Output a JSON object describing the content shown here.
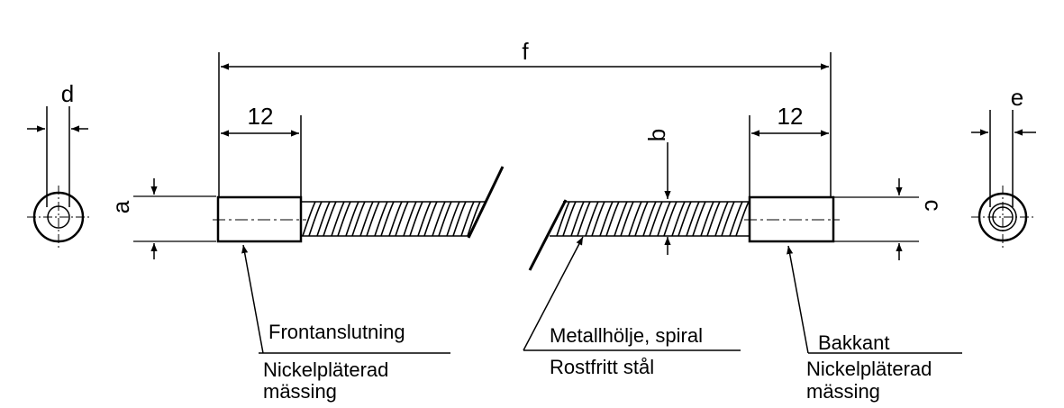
{
  "dimensions": {
    "overall_length": "f",
    "front_length": "12",
    "rear_length": "12",
    "front_diameter": "a",
    "sheath_diameter": "b",
    "rear_diameter": "c",
    "front_end_view": "d",
    "rear_end_view": "e"
  },
  "callouts": {
    "front": {
      "title": "Frontanslutning",
      "line1": "Nickelpläterad",
      "line2": "mässing"
    },
    "sheath": {
      "title": "Metallhölje, spiral",
      "line1": "Rostfritt stål"
    },
    "rear": {
      "title": "Bakkant",
      "line1": "Nickelpläterad",
      "line2": "mässing"
    }
  }
}
